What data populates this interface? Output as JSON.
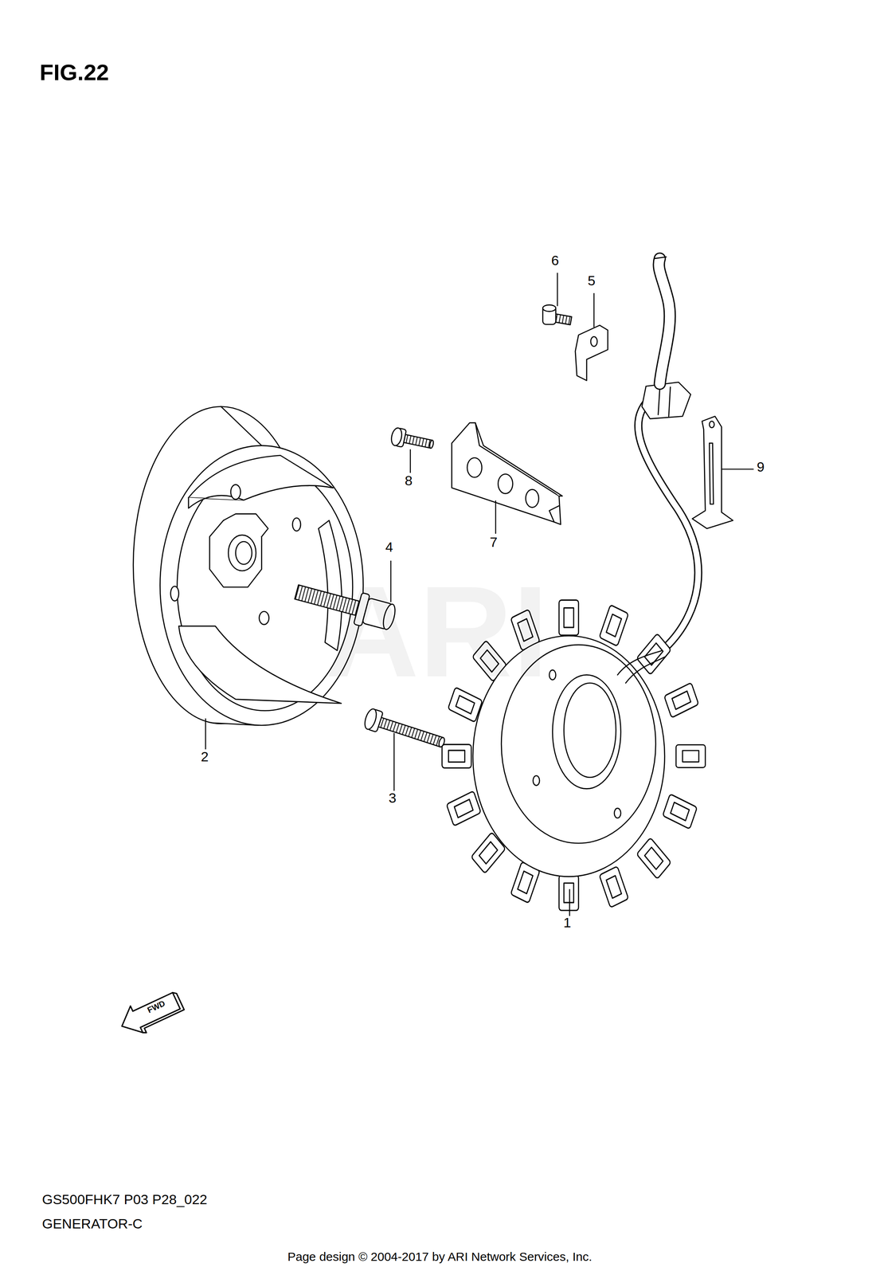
{
  "diagram": {
    "title": "FIG.22",
    "labels": [
      "6",
      "5",
      "9",
      "8",
      "7",
      "4",
      "2",
      "3",
      "1",
      "ARI",
      "FWD",
      "GS500FHK7 P03 P28_022",
      "GENERATOR-C",
      "Page design © 2004-2017 by ARI Network Services, Inc."
    ]
  }
}
